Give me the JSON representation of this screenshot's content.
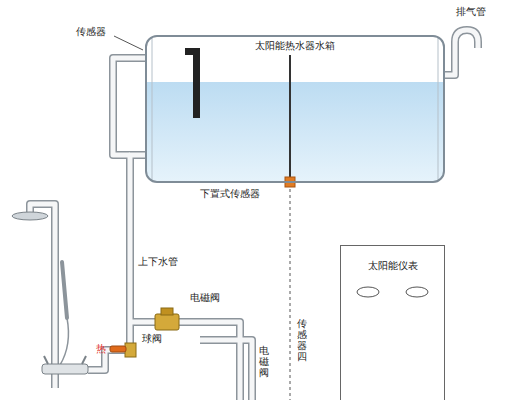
{
  "diagram": {
    "nodes": [
      {
        "text": [
          "太阳能热水器水箱"
        ]
      },
      {
        "text": [
          "太阳能仪表"
        ]
      }
    ],
    "labels": [
      "排气管",
      "传感器",
      "下置式传感器",
      "上下水管",
      "电磁阀",
      "球阀",
      "热",
      "传感器四",
      "电磁阀"
    ]
  }
}
